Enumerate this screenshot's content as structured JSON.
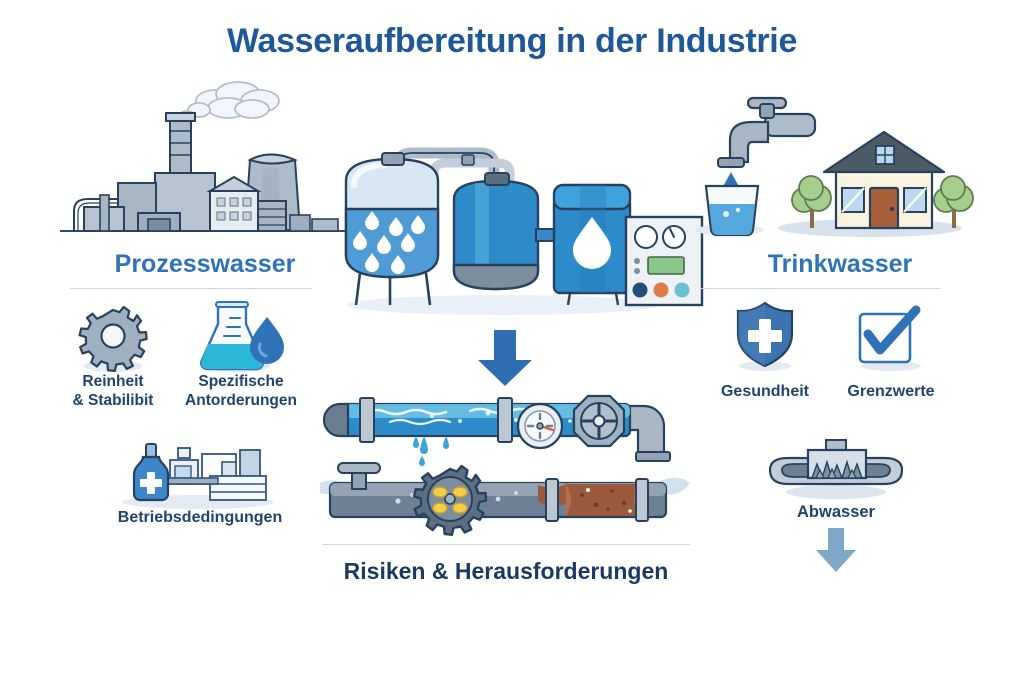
{
  "page": {
    "title": "Wasseraufbereitung in der Industrie",
    "background_color": "#ffffff",
    "title_color": "#1F5899"
  },
  "left_column": {
    "heading": "Prozesswasser",
    "heading_color": "#2E73B8",
    "scene_icon": "industrial-plant-icon",
    "features": [
      {
        "label": "Reinheit\n& Stabilibit",
        "label_line1": "Reinheit",
        "label_line2": "& Stabilibit",
        "icon": "gear-icon"
      },
      {
        "label": "Spezifische\nAntorderungen",
        "label_line1": "Spezifische",
        "label_line2": "Antorderungen",
        "icon": "flask-droplet-icon"
      },
      {
        "label": "Betriebsdedingungen",
        "label_line1": "Betriebsdedingungen",
        "label_line2": "",
        "icon": "bottle-factory-icon"
      }
    ]
  },
  "right_column": {
    "heading": "Trinkwasser",
    "heading_color": "#2E73B8",
    "scene_icon": "faucet-glass-house-icon",
    "features": [
      {
        "label": "Gesundheit",
        "icon": "shield-cross-icon"
      },
      {
        "label": "Grenzwerte",
        "icon": "checkbox-check-icon"
      },
      {
        "label": "Abwasser",
        "icon": "wastewater-clarifier-icon"
      }
    ],
    "arrow_icon": "down-arrow-icon",
    "arrow_color": "#7FA7C8"
  },
  "center": {
    "plant_icon": "water-treatment-plant-icon",
    "arrow_icon": "down-arrow-icon",
    "arrow_color": "#2E6EB0",
    "bottom_title": "Risiken & Herausforderungen",
    "bottom_title_color": "#1B3A62",
    "pipes": {
      "clean_pipe_icon": "clean-water-pipe-icon",
      "damaged_pipe_icon": "corroded-scaled-pipe-icon"
    },
    "control_panel": {
      "display_color": "#8CC48A",
      "buttons": [
        "#1F4E79",
        "#E07B4C",
        "#69C0D0"
      ]
    }
  },
  "palette": {
    "steel_light": "#BCC7D1",
    "steel_mid": "#93A3B4",
    "steel_dark": "#6C7D90",
    "outline": "#27425F",
    "water_blue": "#2E8BC9",
    "deep_blue": "#2E73B8",
    "cyan": "#2BB8D8",
    "rust": "#9C5A3C",
    "scale_yellow": "#F2CE4B"
  }
}
